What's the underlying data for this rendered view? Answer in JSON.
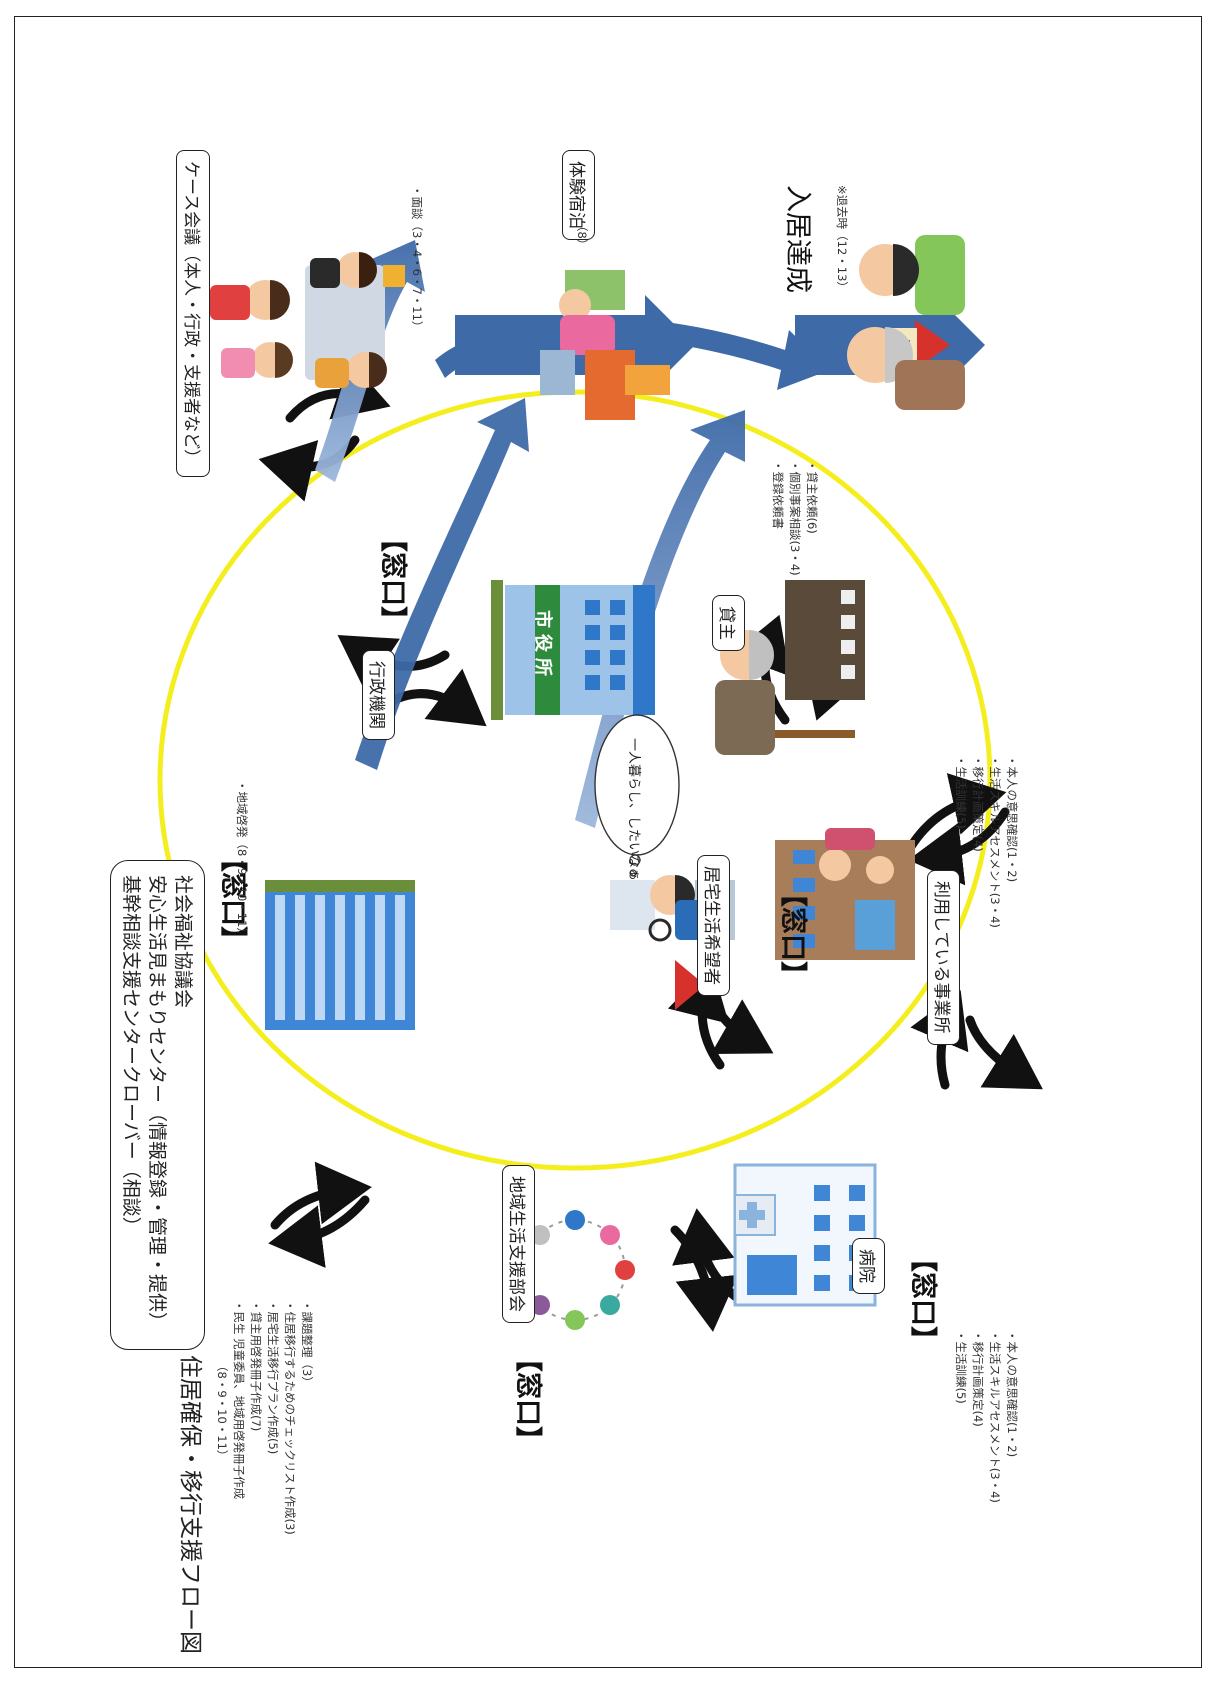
{
  "title": "住居確保・移行支援フロー図",
  "nodes": {
    "community_council": {
      "lines": [
        "社会福祉協議会",
        "安心生活見まもりセンター（情報登録・管理・提供）",
        "基幹相談支援センタークローバー（相談）"
      ],
      "window": "【窓口】",
      "note": "・地域啓発（8・9・10・11）"
    },
    "city_hall": {
      "label": "行政機関",
      "window": "【窓口】",
      "sign": "市役所"
    },
    "case_meeting": {
      "label": "ケース会議（本人・行政・支援者など）",
      "note": "・面談（3・4・6・7・11）"
    },
    "trial_stay": {
      "label": "体験宿泊",
      "note": "（8）"
    },
    "goal": {
      "label": "入居達成",
      "note": "※退去時（12・13）"
    },
    "landlord": {
      "label": "貸主",
      "notes": [
        "・貸主依頼(6)",
        "・個別事案相談(3・4)",
        "・登録依頼書"
      ]
    },
    "applicant": {
      "label": "居宅生活希望者",
      "thought": "一人暮らし、したいなぁ"
    },
    "office": {
      "label": "利用している事業所",
      "window": "【窓口】",
      "notes": [
        "・本人の意思確認(1・2)",
        "・生活スキルアセスメント(3・4)",
        "・移行計画策定(4)",
        "・生活訓練(5)"
      ]
    },
    "hospital": {
      "label": "病院",
      "window": "【窓口】",
      "notes": [
        "・本人の意思確認(1・2)",
        "・生活スキルアセスメント(3・4)",
        "・移行計画策定(4)",
        "・生活訓練(5)"
      ]
    },
    "regional_committee": {
      "label": "地域生活支援部会",
      "window": "【窓口】",
      "notes": [
        "・課題整理（3）",
        "・住居移行するためのチェックリスト作成(3)",
        "・居宅生活移行プラン作成(5)",
        "・貸主用啓発冊子作成(7)",
        "・民生 児童委員、地域用啓発冊子作成",
        "（8・9・10・11）"
      ]
    }
  },
  "colors": {
    "ring": "#f5ee1e",
    "arrow_blue": "#3e6aa8",
    "arrow_blue_light": "#9db7dc",
    "cycle_arrow": "#111111",
    "building_blue": "#2f77c8",
    "sign_green": "#2e8b3d"
  }
}
